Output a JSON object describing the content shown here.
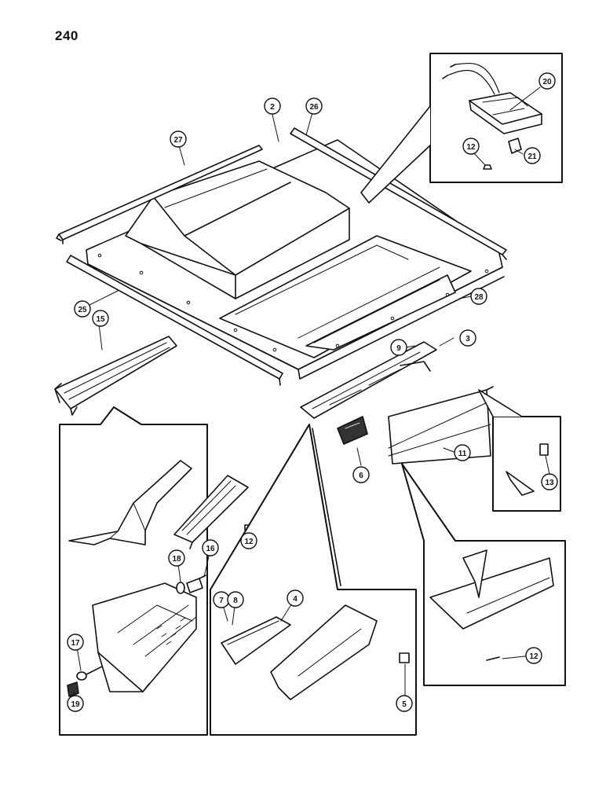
{
  "page": {
    "number": "240"
  },
  "callouts": {
    "c2": "2",
    "c26": "26",
    "c27": "27",
    "c25": "25",
    "c15": "15",
    "c20": "20",
    "c21": "21",
    "c12a": "12",
    "c28": "28",
    "c9": "9",
    "c3": "3",
    "c6": "6",
    "c11": "11",
    "c13": "13",
    "c12b": "12",
    "c16": "16",
    "c18": "18",
    "c17": "17",
    "c19": "19",
    "c7": "7",
    "c8": "8",
    "c4": "4",
    "c5": "5",
    "c12c": "12"
  }
}
